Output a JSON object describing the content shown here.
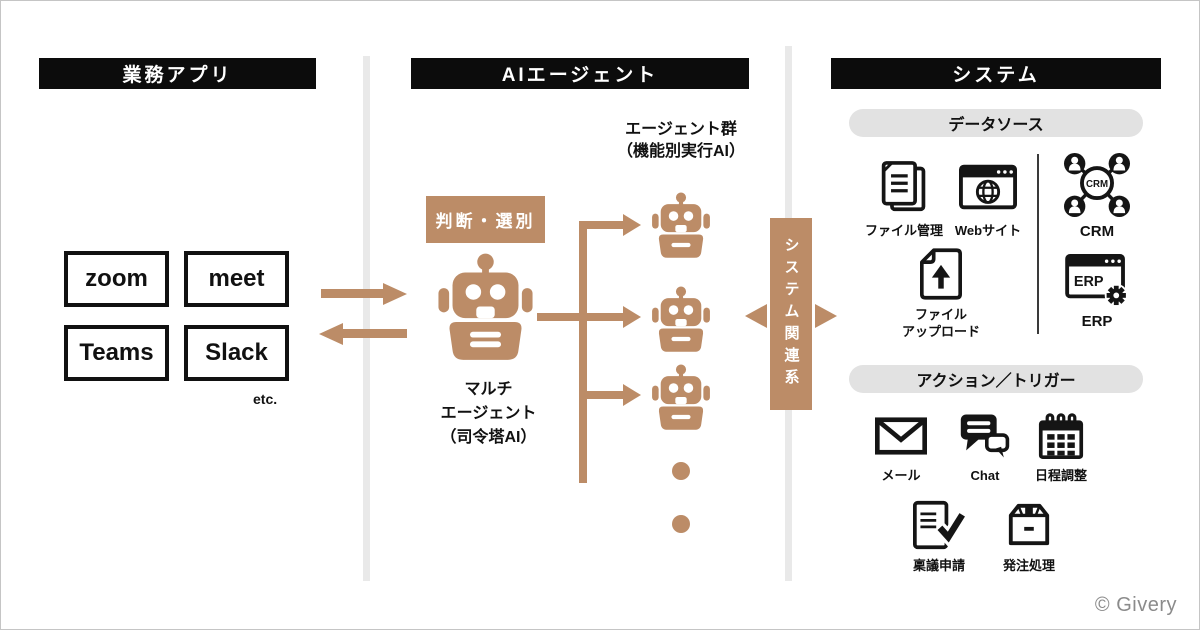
{
  "canvas": {
    "copyright": "© Givery"
  },
  "apps": {
    "header": "業務アプリ",
    "boxes": [
      "zoom",
      "meet",
      "Teams",
      "Slack"
    ],
    "etc_label": "etc."
  },
  "agent": {
    "header": "AIエージェント",
    "judge_label": "判断・選別",
    "chief_caption": [
      "マルチ",
      "エージェント",
      "（司令塔AI）"
    ],
    "group_caption": [
      "エージェント群",
      "（機能別実行AI）"
    ],
    "bridge_label": "システム関連系"
  },
  "system": {
    "header": "システム",
    "datasource": {
      "title": "データソース",
      "file_mgmt": "ファイル管理",
      "web": "Webサイト",
      "crm": "CRM",
      "crm_icon_text": "CRM",
      "upload_lines": [
        "ファイル",
        "アップロード"
      ],
      "erp": "ERP",
      "erp_icon_text": "ERP"
    },
    "actions": {
      "title": "アクション／トリガー",
      "mail": "メール",
      "chat": "Chat",
      "schedule": "日程調整",
      "approval": "稟議申請",
      "order": "発注処理"
    }
  },
  "colors": {
    "accent_brown": "#BC8C67",
    "header_bg": "#0C0C0C",
    "pill_bg": "#E2E2E2",
    "icon_black": "#151515",
    "divider_gray": "#E9E9E9",
    "copyright_gray": "#8B8B8B"
  }
}
